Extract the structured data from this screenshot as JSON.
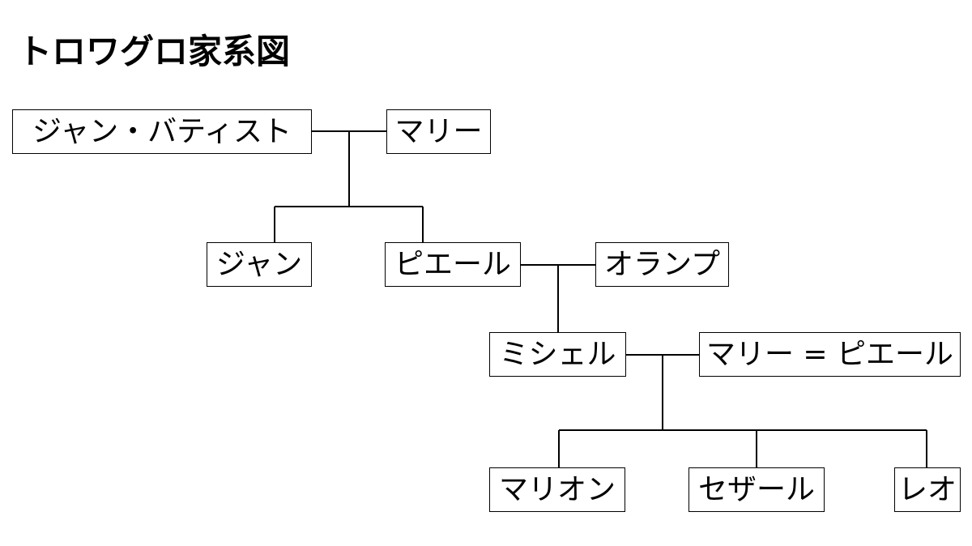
{
  "title": "トロワグロ家系図",
  "colors": {
    "line": "#000000",
    "box_border": "#000000",
    "background": "#ffffff"
  },
  "people": {
    "jean_baptiste": "ジャン・バティスト",
    "marie": "マリー",
    "jean": "ジャン",
    "pierre": "ピエール",
    "olympe": "オランプ",
    "michel": "ミシェル",
    "marie_pierre": "マリー = ピエール",
    "marion": "マリオン",
    "cesar": "セザール",
    "leo": "レオ"
  }
}
